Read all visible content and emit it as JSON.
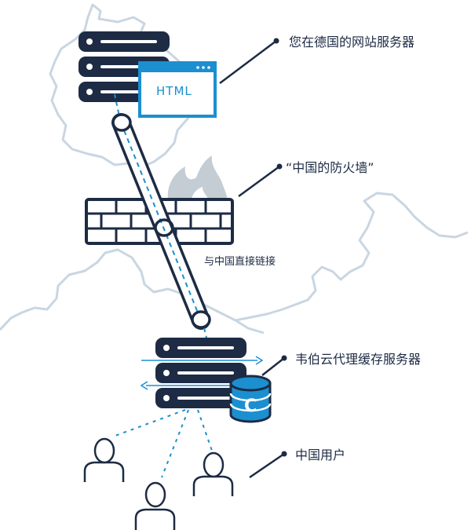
{
  "labels": {
    "germany_server": "您在德国的网站服务器",
    "firewall": "“中国的防火墙”",
    "direct_link": "与中国直接链接",
    "cdn_cache": "韦伯云代理缓存服务器",
    "china_users": "中国用户"
  },
  "html_badge": "HTML",
  "cache_badge": "C",
  "colors": {
    "navy": "#1d2b44",
    "accent_blue": "#1b8fd0",
    "map_line": "#c9d6e2",
    "flame": "#c4ccd4"
  }
}
